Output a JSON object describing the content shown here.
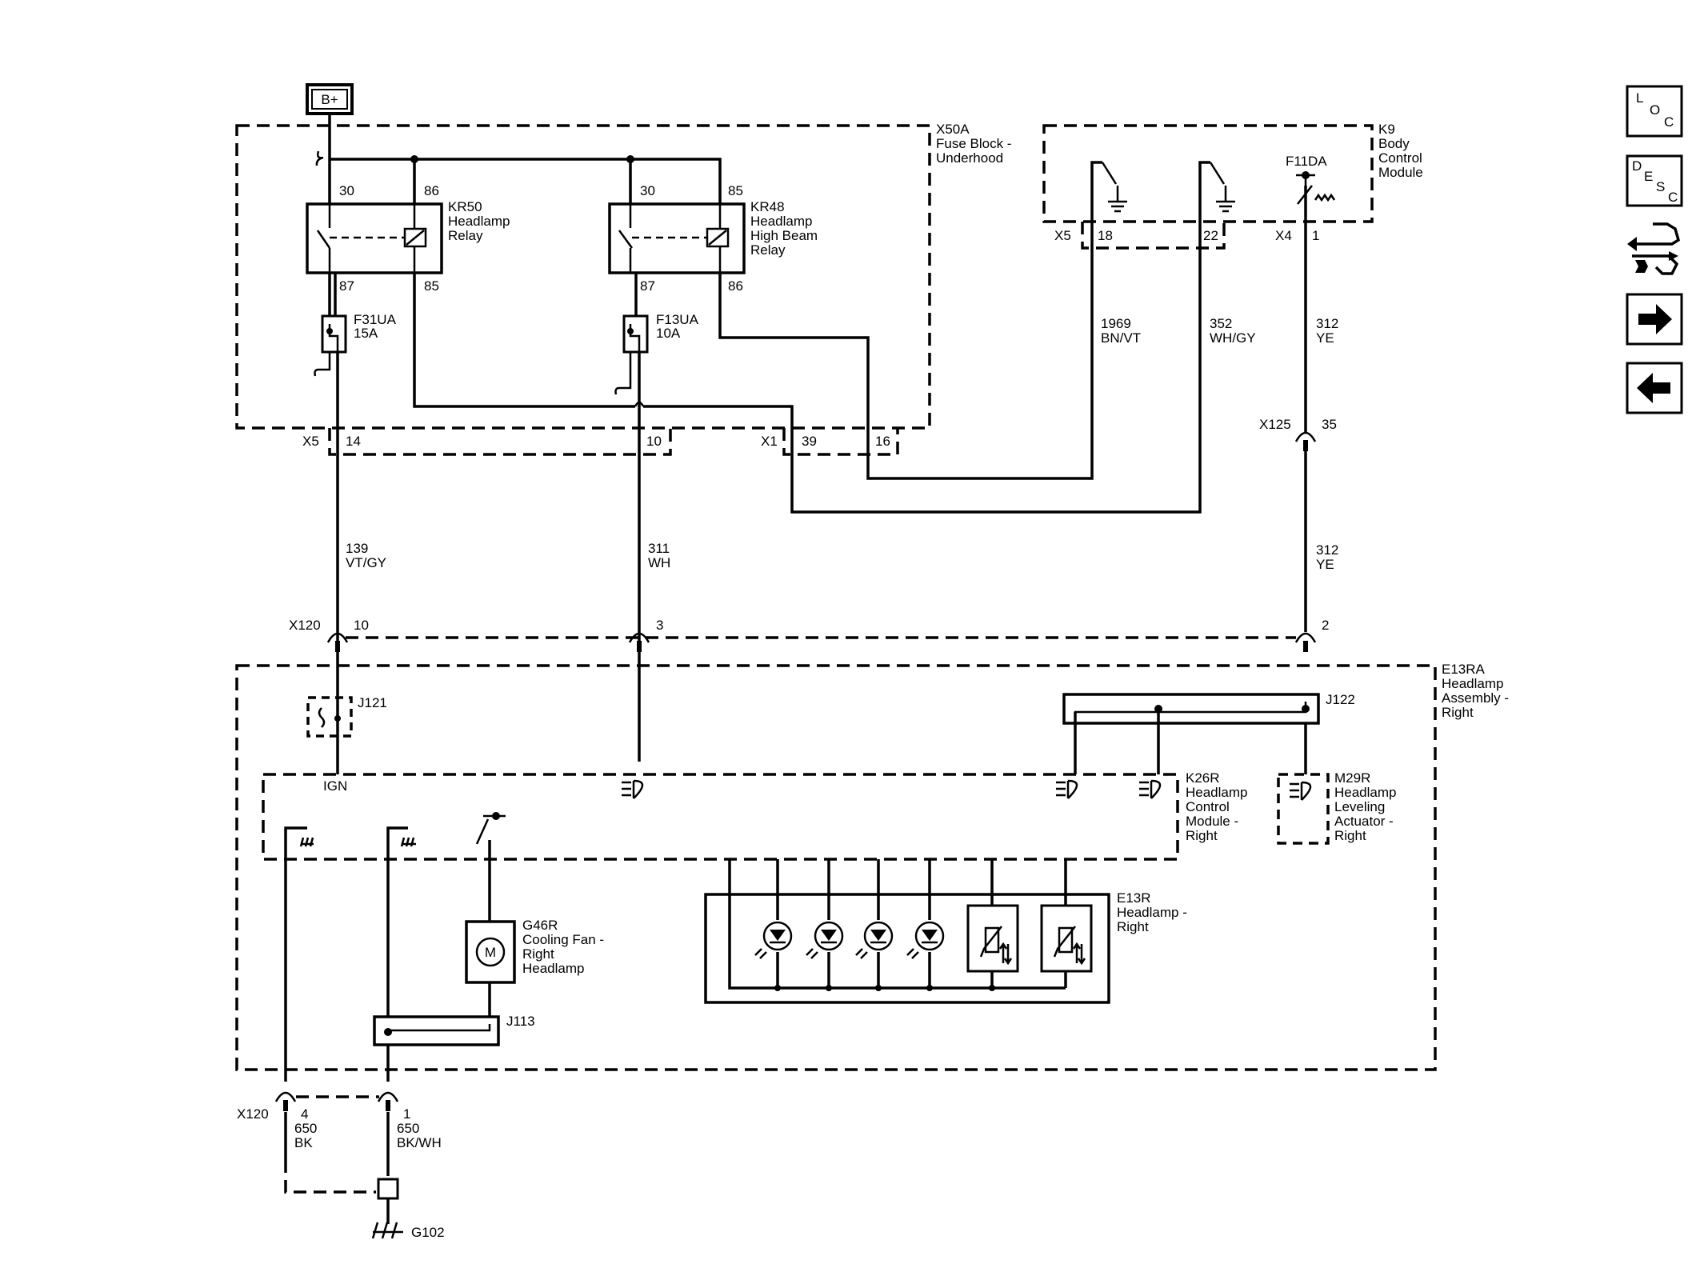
{
  "power": {
    "label": "B+"
  },
  "modules": {
    "fuse_block": {
      "ref": "X50A",
      "name_l1": "Fuse Block -",
      "name_l2": "Underhood"
    },
    "bcm": {
      "ref": "K9",
      "name_l1": "Body",
      "name_l2": "Control",
      "name_l3": "Module",
      "fuse": "F11DA"
    },
    "headlamp_assembly": {
      "ref": "E13RA",
      "name_l1": "Headlamp",
      "name_l2": "Assembly -",
      "name_l3": "Right"
    },
    "hcm": {
      "ref": "K26R",
      "name_l1": "Headlamp",
      "name_l2": "Control",
      "name_l3": "Module -",
      "name_l4": "Right",
      "ign": "IGN"
    },
    "leveling": {
      "ref": "M29R",
      "name_l1": "Headlamp",
      "name_l2": "Leveling",
      "name_l3": "Actuator -",
      "name_l4": "Right"
    },
    "fan": {
      "ref": "G46R",
      "name_l1": "Cooling Fan -",
      "name_l2": "Right",
      "name_l3": "Headlamp",
      "symbol": "M"
    },
    "headlamp": {
      "ref": "E13R",
      "name_l1": "Headlamp -",
      "name_l2": "Right"
    }
  },
  "relays": {
    "kr50": {
      "ref": "KR50",
      "l1": "Headlamp",
      "l2": "Relay",
      "p30": "30",
      "p86": "86",
      "p87": "87",
      "p85": "85"
    },
    "kr48": {
      "ref": "KR48",
      "l1": "Headlamp",
      "l2": "High Beam",
      "l3": "Relay",
      "p30": "30",
      "p85": "85",
      "p87": "87",
      "p86": "86"
    }
  },
  "fuses": {
    "f31ua": {
      "ref": "F31UA",
      "rating": "15A"
    },
    "f13ua": {
      "ref": "F13UA",
      "rating": "10A"
    }
  },
  "connectors": {
    "x5_fb": {
      "name": "X5",
      "pin_a": "14",
      "pin_b": "10"
    },
    "x1_fb": {
      "name": "X1",
      "pin_a": "39",
      "pin_b": "16"
    },
    "x5_bcm": {
      "name": "X5",
      "pin_a": "18",
      "pin_b": "22"
    },
    "x4_bcm": {
      "name": "X4",
      "pin": "1"
    },
    "x125": {
      "name": "X125",
      "pin": "35"
    },
    "x120_top": {
      "name": "X120",
      "pin_a": "10",
      "pin_b": "3",
      "pin_c": "2"
    },
    "x120_bot": {
      "name": "X120",
      "pin_a": "4",
      "pin_b": "1"
    }
  },
  "wires": {
    "w1969": {
      "circuit": "1969",
      "color": "BN/VT"
    },
    "w352": {
      "circuit": "352",
      "color": "WH/GY"
    },
    "w312a": {
      "circuit": "312",
      "color": "YE"
    },
    "w312b": {
      "circuit": "312",
      "color": "YE"
    },
    "w139": {
      "circuit": "139",
      "color": "VT/GY"
    },
    "w311": {
      "circuit": "311",
      "color": "WH"
    },
    "w650a": {
      "circuit": "650",
      "color": "BK"
    },
    "w650b": {
      "circuit": "650",
      "color": "BK/WH"
    }
  },
  "splices": {
    "j121": "J121",
    "j122": "J122",
    "j113": "J113"
  },
  "ground": {
    "name": "G102"
  },
  "nav": {
    "loc": {
      "c1": "L",
      "c2": "O",
      "c3": "C"
    },
    "desc": {
      "c1": "D",
      "c2": "E",
      "c3": "S",
      "c4": "C"
    },
    "connector_icon": "connector-tool-icon",
    "next_icon": "arrow-right-icon",
    "back_icon": "arrow-left-icon"
  }
}
